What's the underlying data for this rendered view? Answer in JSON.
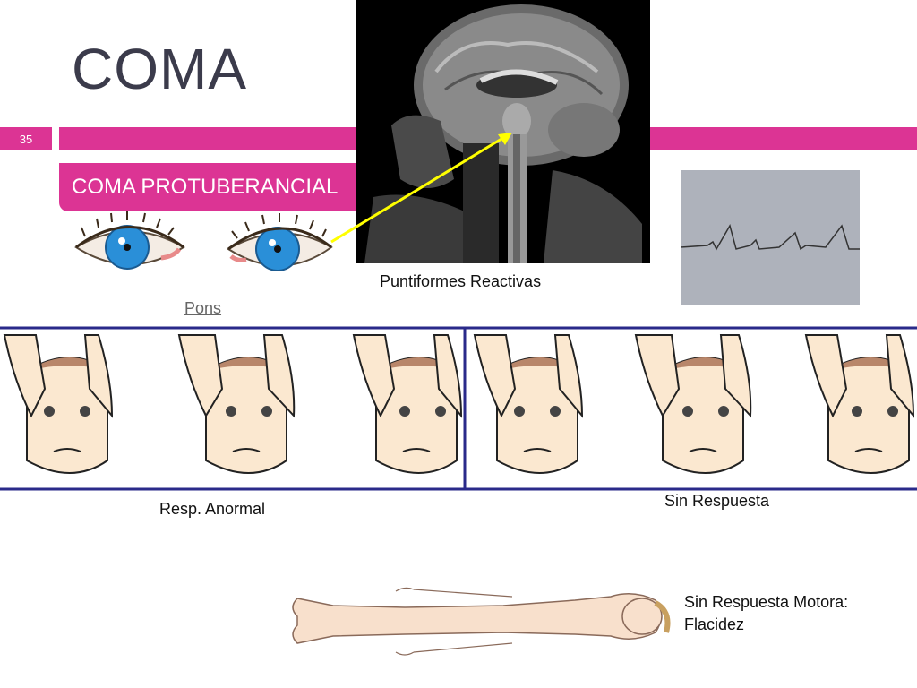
{
  "slide": {
    "title": "COMA",
    "number": "35",
    "subtitle": "COMA PROTUBERANCIAL",
    "accent_color": "#dc3494"
  },
  "images": {
    "mri": "sagittal-mri-brain",
    "ecg": "respiration-pattern-trace",
    "eyes": "pinpoint-pupils-eyes",
    "faces": "oculocephalic-reflex-faces",
    "body": "supine-flaccid-body"
  },
  "labels": {
    "pons": "Pons",
    "mri_caption": "Puntiformes Reactivas",
    "abnormal_response": "Resp. Anormal",
    "no_response": "Sin Respuesta",
    "motor_line1": "Sin Respuesta Motora:",
    "motor_line2": "Flacidez"
  }
}
